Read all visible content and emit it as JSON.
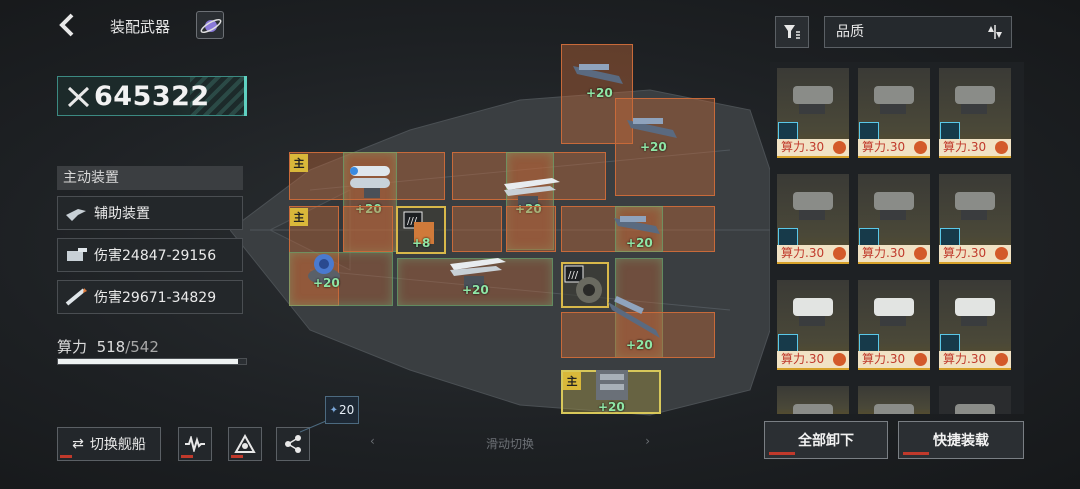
{
  "header": {
    "title": "装配武器"
  },
  "power": {
    "value": "645322"
  },
  "left_panel": {
    "section_title": "主动装置",
    "auxiliary_label": "辅助装置",
    "damage_1": "伤害24847-29156",
    "damage_2": "伤害29671-34829",
    "compute_label": "算力",
    "compute_used": "518",
    "compute_max": "/542",
    "compute_ratio": 0.956
  },
  "bottom": {
    "switch_ship": "切换舰船",
    "badge_count": "20",
    "swipe_hint": "滑动切换"
  },
  "grid": {
    "main_tag": "主",
    "levels": {
      "l20": "+20",
      "l8": "+8"
    }
  },
  "right_panel": {
    "quality_label": "品质",
    "card_power": "算力.30",
    "unload_all": "全部卸下",
    "quick_equip": "快捷装载"
  },
  "colors": {
    "slot_orange": "#c4683a",
    "accent_teal": "#5fd1c1",
    "gold": "#d9b83a"
  }
}
